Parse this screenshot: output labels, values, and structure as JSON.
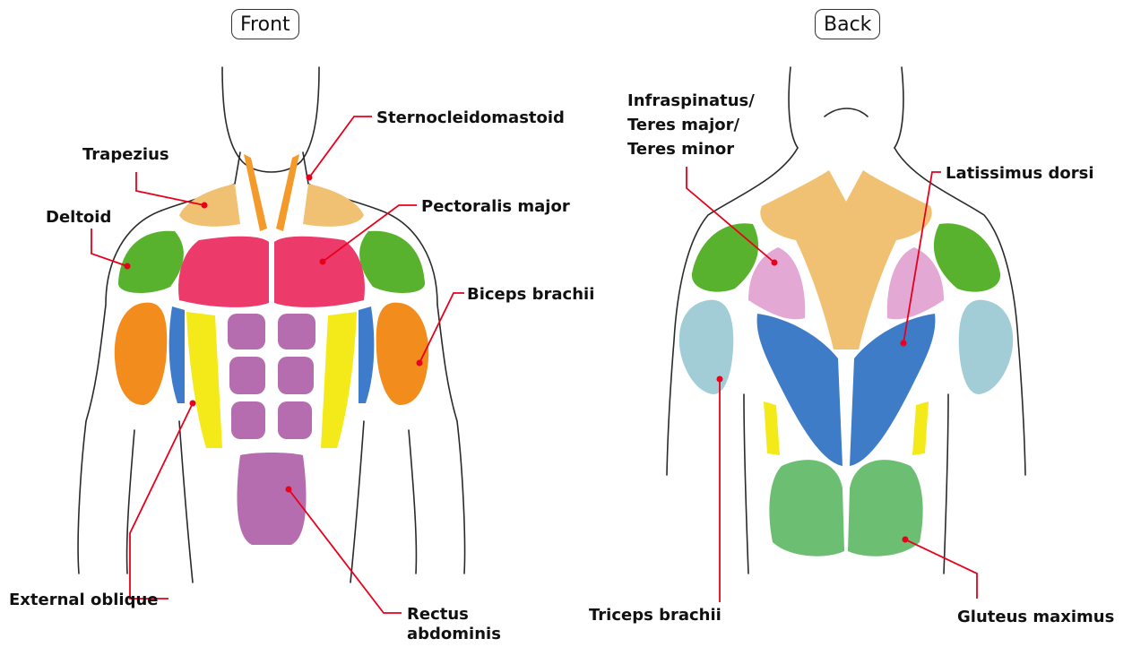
{
  "views": {
    "front": {
      "title": "Front",
      "labels": {
        "sternocleidomastoid": "Sternocleidomastoid",
        "trapezius": "Trapezius",
        "pectoralis_major": "Pectoralis major",
        "deltoid": "Deltoid",
        "biceps_brachii": "Biceps brachii",
        "external_oblique": "External oblique",
        "rectus_abdominis_1": "Rectus",
        "rectus_abdominis_2": "abdominis"
      }
    },
    "back": {
      "title": "Back",
      "labels": {
        "infraspinatus_1": "Infraspinatus/",
        "infraspinatus_2": "Teres major/",
        "infraspinatus_3": "Teres minor",
        "latissimus_dorsi": "Latissimus dorsi",
        "triceps_brachii": "Triceps brachii",
        "gluteus_maximus": "Gluteus maximus"
      }
    }
  },
  "colors": {
    "leader": "#e8001c",
    "trapezius": "#f0c173",
    "sternocleidomastoid": "#f39a2b",
    "deltoid": "#58b22d",
    "pectoralis": "#ec3b6b",
    "biceps": "#f28c1c",
    "serratus": "#3e7ccb",
    "external_oblique": "#f4ea1a",
    "rectus_abdominis": "#b56db0",
    "infraspinatus": "#e3a8d3",
    "triceps": "#a2cdd6",
    "latissimus": "#3f7cc7",
    "gluteus": "#6cbf72"
  }
}
